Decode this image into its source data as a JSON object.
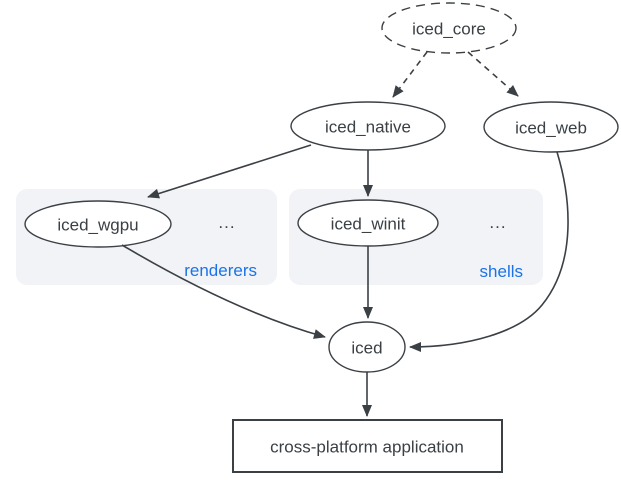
{
  "nodes": {
    "iced_core": {
      "label": "iced_core",
      "style": "dashed-ellipse"
    },
    "iced_native": {
      "label": "iced_native",
      "style": "ellipse"
    },
    "iced_web": {
      "label": "iced_web",
      "style": "ellipse"
    },
    "iced_wgpu": {
      "label": "iced_wgpu",
      "style": "ellipse"
    },
    "iced_winit": {
      "label": "iced_winit",
      "style": "ellipse"
    },
    "iced": {
      "label": "iced",
      "style": "ellipse"
    },
    "application": {
      "label": "cross-platform application",
      "style": "rect"
    }
  },
  "groups": {
    "renderers": {
      "label": "renderers",
      "ellipsis": "...",
      "members": [
        "iced_wgpu"
      ]
    },
    "shells": {
      "label": "shells",
      "ellipsis": "...",
      "members": [
        "iced_winit"
      ]
    }
  },
  "edges": [
    {
      "from": "iced_core",
      "to": "iced_native",
      "style": "dashed"
    },
    {
      "from": "iced_core",
      "to": "iced_web",
      "style": "dashed"
    },
    {
      "from": "iced_native",
      "to": "iced_wgpu",
      "style": "solid"
    },
    {
      "from": "iced_native",
      "to": "iced_winit",
      "style": "solid"
    },
    {
      "from": "iced_wgpu",
      "to": "iced",
      "style": "solid"
    },
    {
      "from": "iced_winit",
      "to": "iced",
      "style": "solid"
    },
    {
      "from": "iced_web",
      "to": "iced",
      "style": "solid"
    },
    {
      "from": "iced",
      "to": "application",
      "style": "solid"
    }
  ],
  "colors": {
    "node_stroke": "#3b4045",
    "text": "#3b4045",
    "group_fill": "#f1f3f6",
    "group_label_blue": "#1a73e8",
    "background": "#ffffff"
  }
}
